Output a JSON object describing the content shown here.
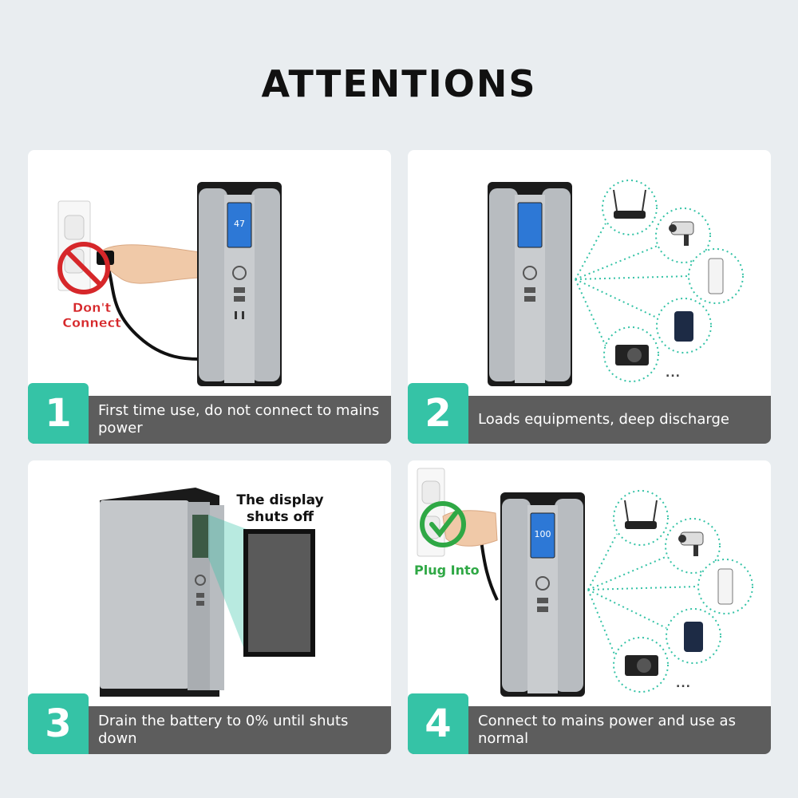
{
  "title": "ATTENTIONS",
  "steps": [
    {
      "number": "1",
      "text": "First time use, do not connect to mains power",
      "badge": "Don't Connect"
    },
    {
      "number": "2",
      "text": "Loads equipments, deep discharge",
      "more": "..."
    },
    {
      "number": "3",
      "text": "Drain the battery to 0% until shuts down",
      "note": "The display shuts off"
    },
    {
      "number": "4",
      "text": "Connect to mains power and use as normal",
      "badge": "Plug Into",
      "more": "..."
    }
  ],
  "screens": {
    "step1_value": "47",
    "step4_value": "100"
  },
  "colors": {
    "accent": "#35c3a6",
    "caption_bg": "#5d5d5d",
    "warning": "#d6272a",
    "ok": "#2fa845"
  },
  "icons": [
    "outlet-icon",
    "prohibited-icon",
    "checkmark-icon",
    "router-icon",
    "camera-icon",
    "modem-icon",
    "phone-icon",
    "mirrorless-camera-icon"
  ]
}
